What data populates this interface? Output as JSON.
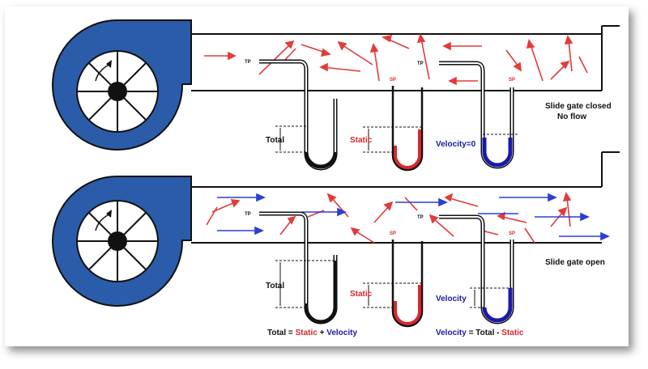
{
  "colors": {
    "fan_blue": "#2a5caa",
    "static_red": "#d9262e",
    "velocity_blue": "#1a1aa8",
    "black": "#111111",
    "arrow_red": "#e23b3b",
    "arrow_blue": "#2a3fd4"
  },
  "top_panel": {
    "gate_status_line1": "Slide gate closed",
    "gate_status_line2": "No flow",
    "total_label": "Total",
    "static_label": "Static",
    "velocity_label": "Velocity=0",
    "tp_label": "TP",
    "tp2_label": "TP",
    "sp_label": "SP",
    "sp2_label": "SP"
  },
  "bottom_panel": {
    "gate_status": "Slide gate open",
    "total_label": "Total",
    "static_label": "Static",
    "velocity_label": "Velocity",
    "tp_label": "TP",
    "tp2_label": "TP",
    "sp_label": "SP",
    "sp2_label": "SP",
    "eq1_total": "Total",
    "eq1_eq": " = ",
    "eq1_static": "Static",
    "eq1_plus": " + ",
    "eq1_velocity": "Velocity",
    "eq2_velocity": "Velocity",
    "eq2_eq": " = ",
    "eq2_total": "Total",
    "eq2_minus": " - ",
    "eq2_static": "Static"
  }
}
